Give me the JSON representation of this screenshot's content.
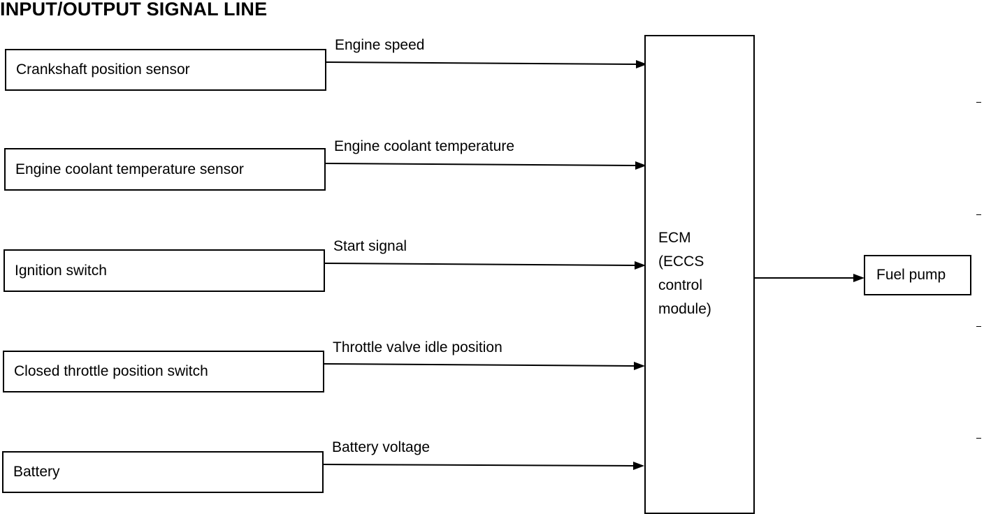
{
  "title": "INPUT/OUTPUT SIGNAL LINE",
  "inputs": [
    {
      "label": "Crankshaft position sensor",
      "signal": "Engine speed"
    },
    {
      "label": "Engine coolant temperature sensor",
      "signal": "Engine coolant temperature"
    },
    {
      "label": "Ignition switch",
      "signal": "Start signal"
    },
    {
      "label": "Closed throttle position switch",
      "signal": "Throttle valve idle position"
    },
    {
      "label": "Battery",
      "signal": "Battery voltage"
    }
  ],
  "ecm": {
    "lines": [
      "ECM",
      "(ECCS",
      "control",
      "module)"
    ]
  },
  "output": {
    "label": "Fuel pump"
  }
}
